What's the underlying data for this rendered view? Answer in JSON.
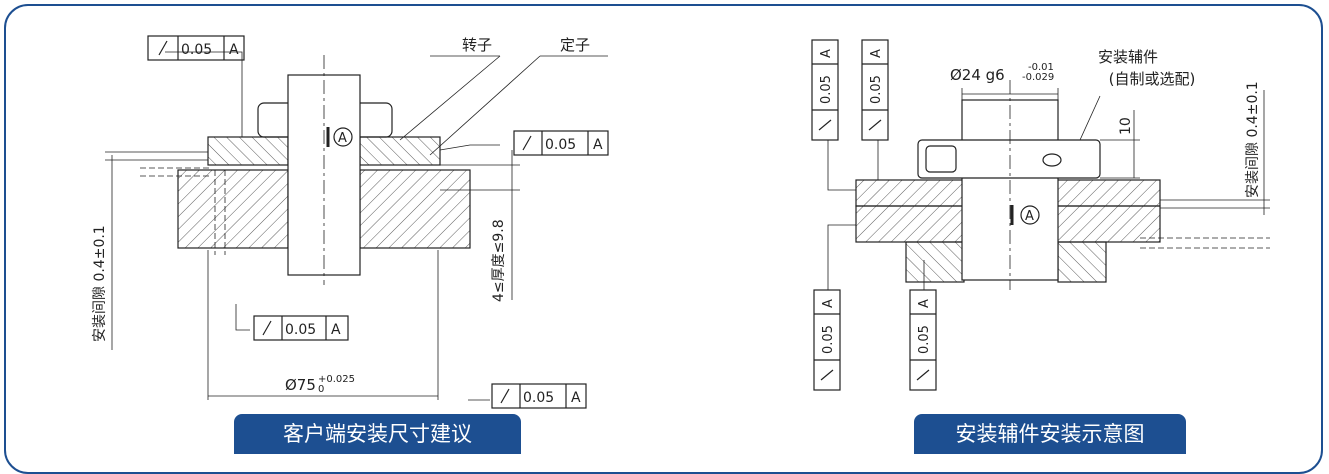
{
  "left": {
    "caption": "客户端安装尺寸建议",
    "labels": {
      "rotor": "转子",
      "stator": "定子",
      "gap": "安装间隙 0.4±0.1",
      "thickness": "4≤厚度≤9.8",
      "diameter": "Ø75",
      "tol_up": "+0.025",
      "tol_low": "0",
      "datum": "A"
    },
    "fcf_value": "0.05",
    "fcf_datum": "A"
  },
  "right": {
    "caption": "安装辅件安装示意图",
    "labels": {
      "aux_line1": "安装辅件",
      "aux_line2": "(自制或选配)",
      "shaft": "Ø24 g6",
      "tol_up": "-0.01",
      "tol_low": "-0.029",
      "height": "10",
      "gap": "安装间隙 0.4±0.1",
      "datum": "A"
    },
    "fcf_value": "0.05",
    "fcf_datum": "A"
  }
}
